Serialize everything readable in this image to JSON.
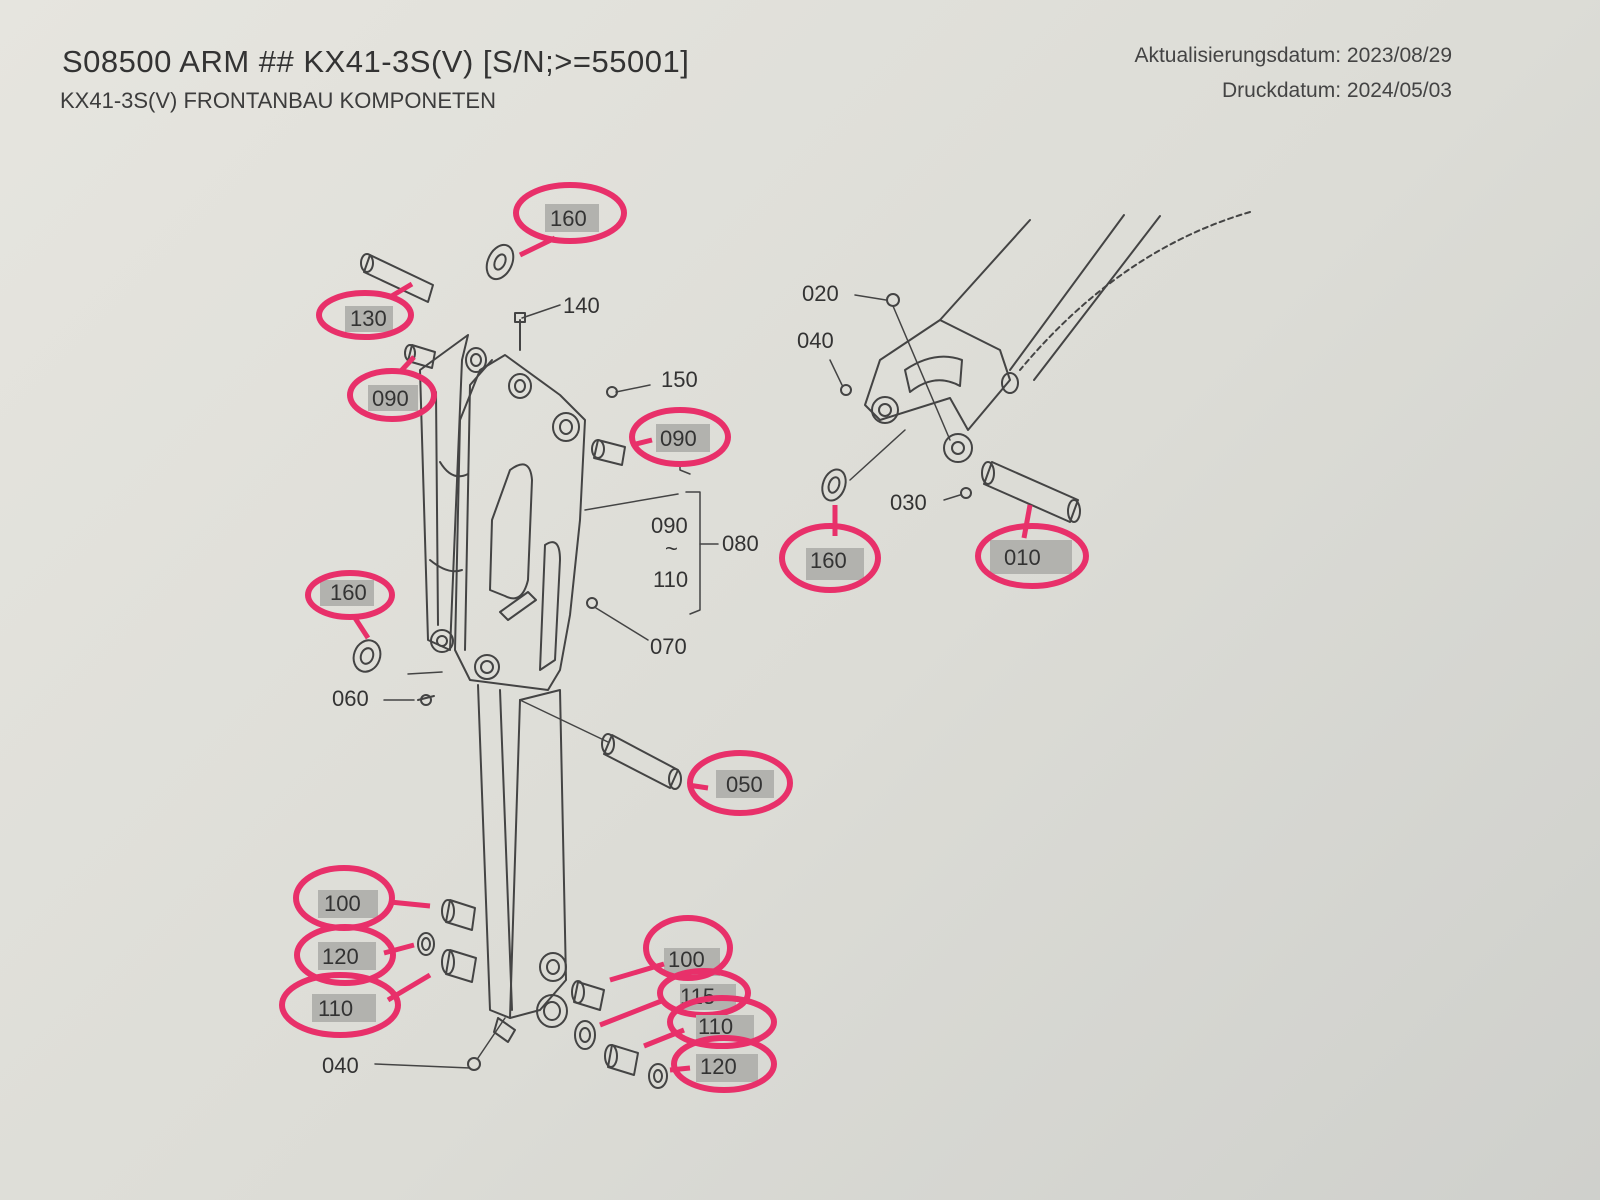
{
  "header": {
    "title": "S08500 ARM ## KX41-3S(V) [S/N;>=55001]",
    "subtitle": "KX41-3S(V) FRONTANBAU KOMPONETEN",
    "update_date": "Aktualisierungsdatum: 2023/08/29",
    "print_date": "Druckdatum: 2024/05/03"
  },
  "colors": {
    "highlight_ring": "#e8306a",
    "highlight_fill": "#b2b2ae",
    "line": "#444444",
    "paper": "#e2e1db"
  },
  "callouts": {
    "highlighted": {
      "p160_top": "160",
      "p130": "130",
      "p090_left": "090",
      "p090_right": "090",
      "p160_left": "160",
      "p050": "050",
      "p100_left": "100",
      "p120_left": "120",
      "p110_left": "110",
      "p100_right": "100",
      "p115": "115",
      "p110_right": "110",
      "p120_right": "120",
      "p160_right": "160",
      "p010": "010"
    },
    "plain": {
      "p140": "140",
      "p150": "150",
      "p090_group": "090",
      "p110_group": "110",
      "tilde": "~",
      "p080": "080",
      "p070": "070",
      "p060": "060",
      "p040_bottom": "040",
      "p020": "020",
      "p040_right": "040",
      "p030": "030"
    }
  }
}
